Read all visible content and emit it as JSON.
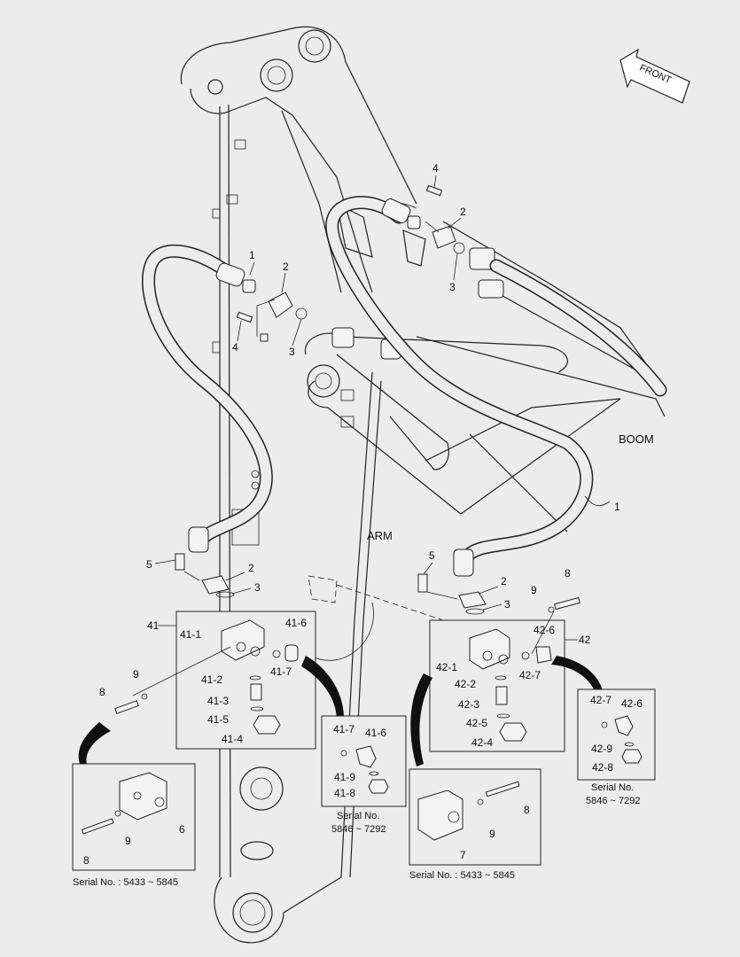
{
  "direction_label": "FRONT",
  "section_labels": {
    "boom": "BOOM",
    "arm": "ARM"
  },
  "callouts": {
    "hose_left": "1",
    "hose_right": "1",
    "flange_top_left": "2",
    "flange_top_right": "2",
    "oring_top_left": "3",
    "oring_top_right": "3",
    "bolt_top_left": "4",
    "bolt_top_right": "4",
    "bolt_bottom_left": "5",
    "bolt_bottom_right": "5",
    "flange_bottom_left": "2",
    "flange_bottom_right": "2",
    "oring_bottom_left": "3",
    "oring_bottom_right": "3",
    "block_left": "41",
    "block_right": "42",
    "l41_1": "41-1",
    "l41_2": "41-2",
    "l41_3": "41-3",
    "l41_4": "41-4",
    "l41_5": "41-5",
    "l41_6": "41-6",
    "l41_7": "41-7",
    "l42_1": "42-1",
    "l42_2": "42-2",
    "l42_3": "42-3",
    "l42_4": "42-4",
    "l42_5": "42-5",
    "l42_6": "42-6",
    "l42_7": "42-7",
    "bolt8_left": "8",
    "washer9_left": "9",
    "bolt8_right": "8",
    "washer9_right": "9"
  },
  "detail_boxes": {
    "left_old": {
      "block": "6",
      "washer": "9",
      "bolt": "8",
      "caption": "Serial No. : 5433 ~ 5845"
    },
    "left_new": {
      "a": "41-7",
      "b": "41-6",
      "c": "41-9",
      "d": "41-8",
      "caption1": "Serial No.",
      "caption2": "5846 ~ 7292"
    },
    "right_old": {
      "block": "7",
      "washer": "9",
      "bolt": "8",
      "caption": "Serial No. : 5433 ~ 5845"
    },
    "right_new": {
      "a": "42-7",
      "b": "42-6",
      "c": "42-9",
      "d": "42-8",
      "caption1": "Serial No.",
      "caption2": "5846 ~ 7292"
    }
  }
}
